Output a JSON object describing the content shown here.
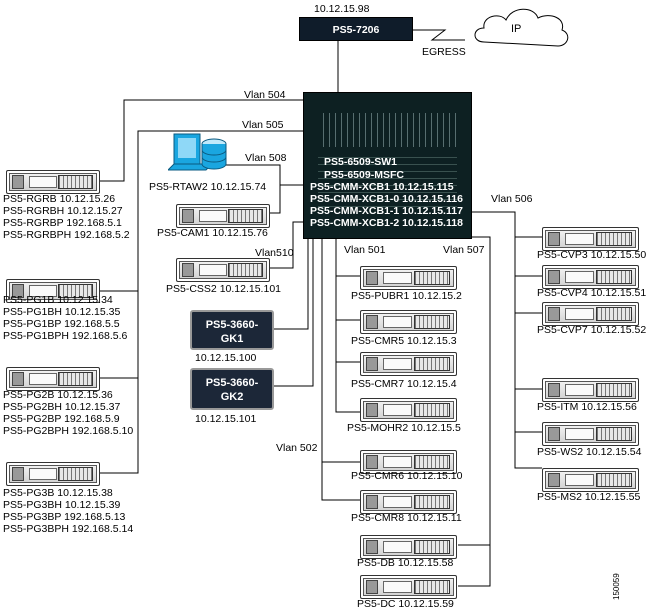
{
  "top_router": {
    "ip": "10.12.15.98",
    "name": "PS5-7206",
    "egress": "EGRESS",
    "cloud": "IP"
  },
  "switch": {
    "lines": [
      "PS5-6509-SW1",
      "PS5-6509-MSFC",
      "PS5-CMM-XCB1 10.12.15.115",
      "PS5-CMM-XCB1-0 10.12.15.116",
      "PS5-CMM-XCB1-1 10.12.15.117",
      "PS5-CMM-XCB1-2 10.12.15.118"
    ]
  },
  "vlans": {
    "v504": "Vlan 504",
    "v505": "Vlan 505",
    "v508": "Vlan 508",
    "v510": "Vlan510",
    "v501": "Vlan 501",
    "v507": "Vlan 507",
    "v506": "Vlan 506",
    "v502": "Vlan 502"
  },
  "left_servers": [
    {
      "lines": "PS5-RGRB 10.12.15.26\nPS5-RGRBH 10.12.15.27\nPS5-RGRBP 192.168.5.1\nPS5-RGRBPH 192.168.5.2"
    },
    {
      "lines": "PS5-PG1B 10.12.15.34\nPS5-PG1BH 10.12.15.35\nPS5-PG1BP 192.168.5.5\nPS5-PG1BPH 192.168.5.6"
    },
    {
      "lines": "PS5-PG2B 10.12.15.36\nPS5-PG2BH 10.12.15.37\nPS5-PG2BP 192.168.5.9\nPS5-PG2BPH 192.168.5.10"
    },
    {
      "lines": "PS5-PG3B 10.12.15.38\nPS5-PG3BH 10.12.15.39\nPS5-PG3BP 192.168.5.13\nPS5-PG3BPH 192.168.5.14"
    }
  ],
  "rtaw": "PS5-RTAW2 10.12.15.74",
  "cam": "PS5-CAM1 10.12.15.76",
  "css": "PS5-CSS2 10.12.15.101",
  "gk1": {
    "name": "PS5-3660-\nGK1",
    "ip": "10.12.15.100"
  },
  "gk2": {
    "name": "PS5-3660-\nGK2",
    "ip": "10.12.15.101"
  },
  "center_servers": [
    "PS5-PUBR1 10.12.15.2",
    "PS5-CMR5 10.12.15.3",
    "PS5-CMR7 10.12.15.4",
    "PS5-MOHR2 10.12.15.5",
    "PS5-CMR6 10.12.15.10",
    "PS5-CMR8 10.12.15.11",
    "PS5-DB 10.12.15.58",
    "PS5-DC 10.12.15.59"
  ],
  "right_servers": [
    "PS5-CVP3 10.12.15.50",
    "PS5-CVP4 10.12.15.51",
    "PS5-CVP7 10.12.15.52",
    "PS5-ITM 10.12.15.56",
    "PS5-WS2 10.12.15.54",
    "PS5-MS2 10.12.15.55"
  ],
  "figure_id": "150059"
}
